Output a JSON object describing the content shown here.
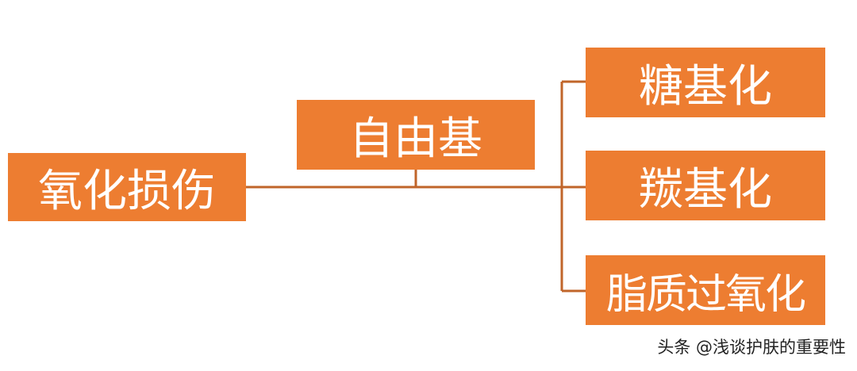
{
  "diagram": {
    "root": "氧化损伤",
    "middle": "自由基",
    "leaves": [
      "糖基化",
      "羰基化",
      "脂质过氧化"
    ],
    "box_color": "#ED7D31",
    "connector_color": "#C0652A"
  },
  "watermark": "头条 @浅谈护肤的重要性"
}
